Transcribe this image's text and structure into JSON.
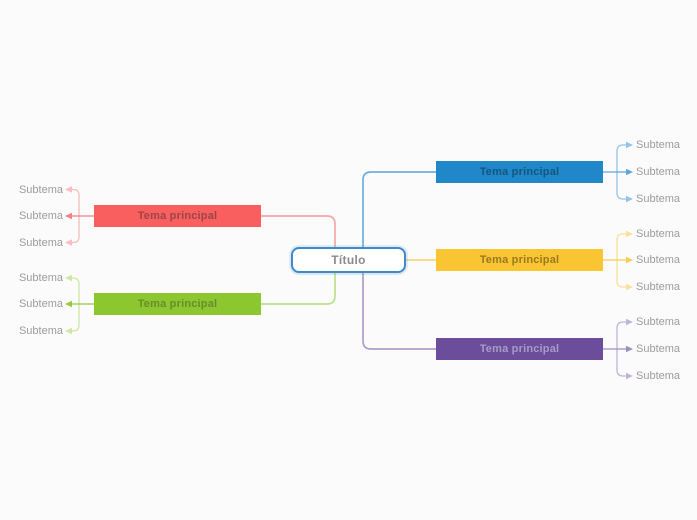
{
  "canvas": {
    "background": "#FBFBFB"
  },
  "root": {
    "label": "Título",
    "fill": "#FFFFFF",
    "border_color": "#3E8BCB",
    "text_color": "#8A8A8A"
  },
  "subtopic_label_color": "#9C9C9C",
  "branches": [
    {
      "name": "red",
      "side": "left",
      "label": "Tema principal",
      "fill": "#FA5F5F",
      "text_color": "#9B4545",
      "connector_color": "#F5A8A8",
      "branch_color": "#F7BDBD",
      "branch_mid_color": "#F2807F",
      "subtopics": [
        "Subtema",
        "Subtema",
        "Subtema"
      ]
    },
    {
      "name": "green",
      "side": "left",
      "label": "Tema principal",
      "fill": "#8DC72F",
      "text_color": "#688C2C",
      "connector_color": "#BCE08C",
      "branch_color": "#CDE8A3",
      "branch_mid_color": "#95CA41",
      "subtopics": [
        "Subtema",
        "Subtema",
        "Subtema"
      ]
    },
    {
      "name": "blue",
      "side": "right",
      "label": "Tema principal",
      "fill": "#2088C8",
      "text_color": "#15557E",
      "connector_color": "#6FAEDD",
      "branch_color": "#96C3E7",
      "branch_mid_color": "#60A5DA",
      "subtopics": [
        "Subtema",
        "Subtema",
        "Subtema"
      ]
    },
    {
      "name": "yellow",
      "side": "right",
      "label": "Tema principal",
      "fill": "#F9C532",
      "text_color": "#99791F",
      "connector_color": "#F8D878",
      "branch_color": "#FAE098",
      "branch_mid_color": "#F7CC52",
      "subtopics": [
        "Subtema",
        "Subtema",
        "Subtema"
      ]
    },
    {
      "name": "purple",
      "side": "right",
      "label": "Tema principal",
      "fill": "#6B4D9B",
      "text_color": "#A89CC5",
      "connector_color": "#AC9FCB",
      "branch_color": "#C0B5D8",
      "branch_mid_color": "#9C8EC1",
      "subtopics": [
        "Subtema",
        "Subtema",
        "Subtema"
      ]
    }
  ]
}
